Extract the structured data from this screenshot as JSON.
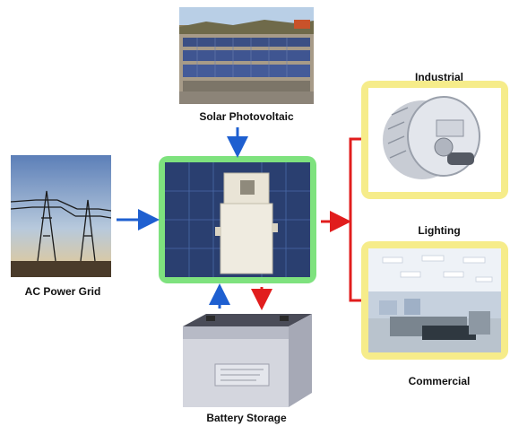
{
  "diagram": {
    "labels": {
      "solar": "Solar Photovoltaic",
      "grid": "AC Power Grid",
      "battery": "Battery Storage",
      "industrial": "Industrial",
      "lighting": "Lighting",
      "commercial": "Commercial"
    },
    "colors": {
      "input_arrow": "#1e5fd0",
      "output_arrow": "#e11d1d",
      "hub_frame": "#7ee27e",
      "load_frame": "#f6ec8a"
    },
    "icons": {
      "solar": "solar-panel-array-photo",
      "grid": "power-transmission-tower-photo",
      "hub": "inverter-on-solar-panel-photo",
      "battery": "battery-photo",
      "industrial": "electric-motor-photo",
      "commercial": "office-interior-photo"
    }
  }
}
